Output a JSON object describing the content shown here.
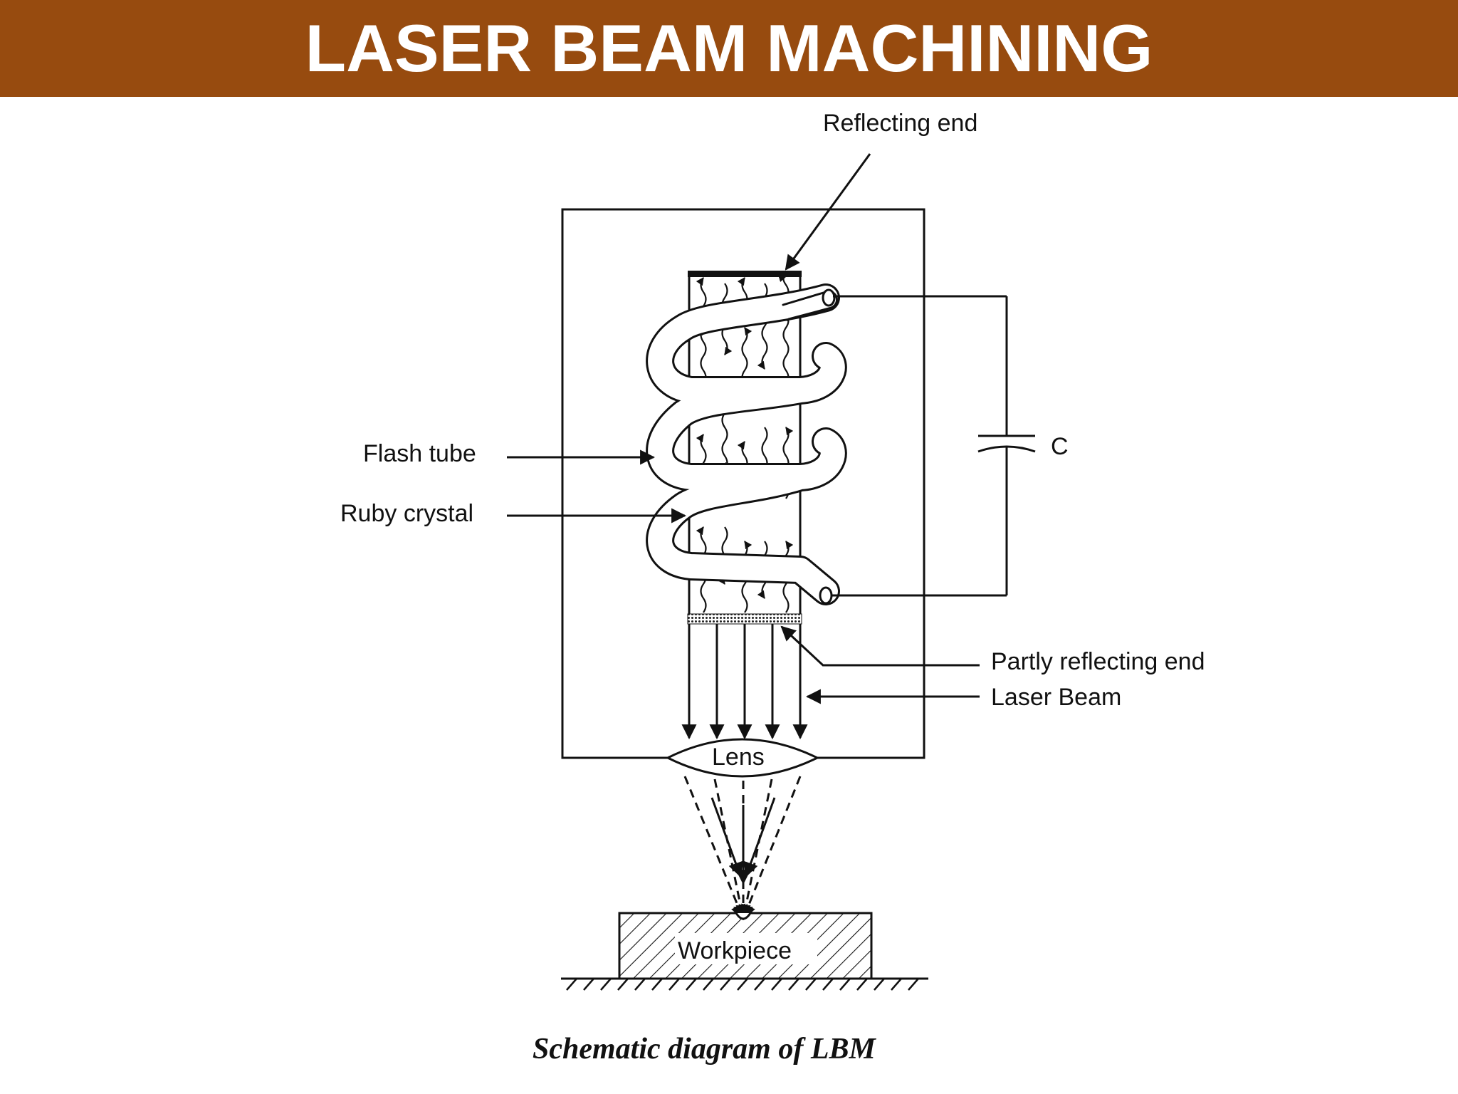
{
  "title": "LASER BEAM MACHINING",
  "colors": {
    "title_bar": "#974B0F",
    "title_text": "#FFFFFF",
    "line": "#111111"
  },
  "diagram": {
    "labels": {
      "reflecting_end": "Reflecting end",
      "flash_tube": "Flash tube",
      "ruby_crystal": "Ruby crystal",
      "capacitor": "C",
      "partly_reflecting_end": "Partly reflecting end",
      "laser_beam": "Laser Beam",
      "lens": "Lens",
      "workpiece": "Workpiece"
    },
    "caption": "Schematic diagram of LBM"
  }
}
